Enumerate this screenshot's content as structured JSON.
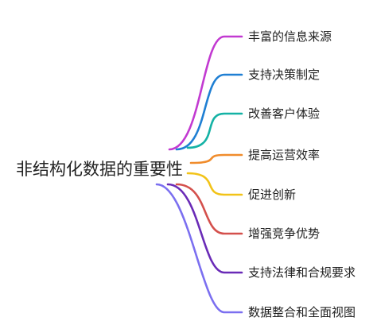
{
  "mindmap": {
    "root": "非结构化数据的重要性",
    "branches": [
      {
        "label": "丰富的信息来源",
        "color": "#c23ad1"
      },
      {
        "label": "支持决策制定",
        "color": "#1f7fd3"
      },
      {
        "label": "改善客户体验",
        "color": "#14b2a5"
      },
      {
        "label": "提高运营效率",
        "color": "#f08c2c"
      },
      {
        "label": "促进创新",
        "color": "#f2c318"
      },
      {
        "label": "增强竞争优势",
        "color": "#d4504c"
      },
      {
        "label": "支持法律和合规要求",
        "color": "#6a2bb7"
      },
      {
        "label": "数据整合和全面视图",
        "color": "#7b6ff0"
      }
    ]
  }
}
